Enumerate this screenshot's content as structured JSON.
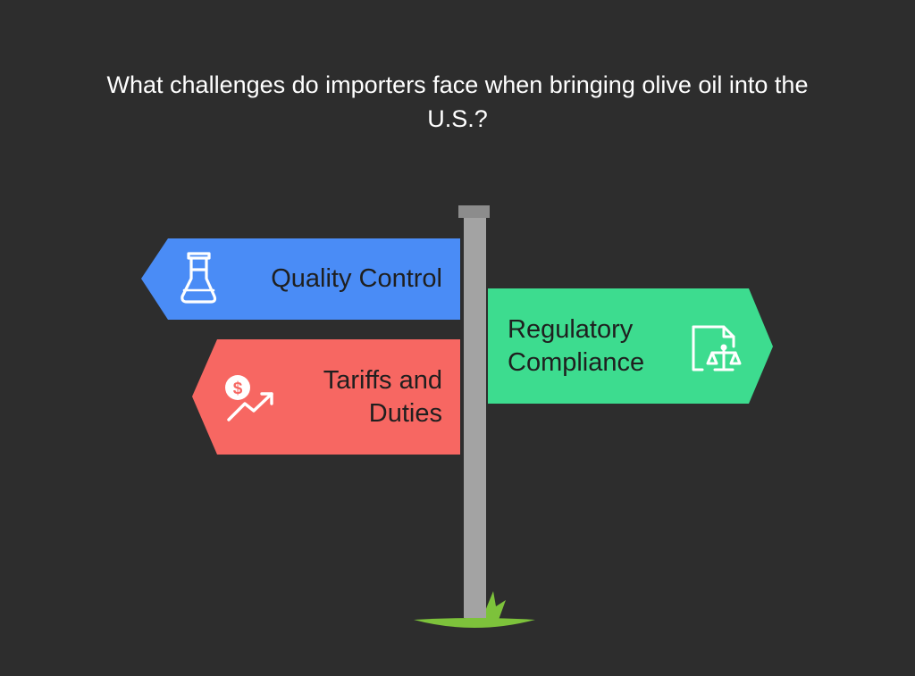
{
  "title": {
    "line1": "What challenges do importers face when bringing olive oil into the",
    "line2": "U.S.?"
  },
  "signs": [
    {
      "id": "quality-control",
      "lines": [
        "Quality Control"
      ],
      "color": "#4a8cf6",
      "direction": "left",
      "icon": "lab-flask-icon"
    },
    {
      "id": "regulatory-compliance",
      "lines": [
        "Regulatory",
        "Compliance"
      ],
      "color": "#3ddc8f",
      "direction": "right",
      "icon": "document-scales-icon"
    },
    {
      "id": "tariffs-and-duties",
      "lines": [
        "Tariffs and",
        "Duties"
      ],
      "color": "#f76762",
      "direction": "left",
      "icon": "dollar-trend-up-icon"
    }
  ],
  "colors": {
    "background": "#2d2d2d",
    "post": "#a3a3a3",
    "post_cap": "#8c8c8c",
    "grass": "#7dc23b",
    "icon": "#ffffff",
    "text": "#1f1f1f"
  }
}
